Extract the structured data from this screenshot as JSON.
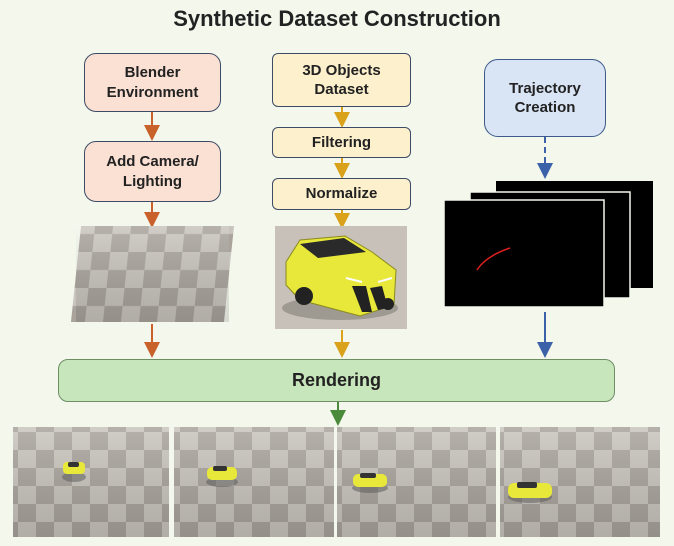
{
  "title": "Synthetic Dataset Construction",
  "nodes": {
    "blender_environment": [
      "Blender",
      "Environment"
    ],
    "add_camera_lighting": [
      "Add Camera/",
      "Lighting"
    ],
    "objects_dataset": [
      "3D Objects",
      "Dataset"
    ],
    "filtering": "Filtering",
    "normalize": "Normalize",
    "trajectory_creation": [
      "Trajectory",
      "Creation"
    ],
    "rendering": "Rendering"
  },
  "colors": {
    "orange_box": "#fbe1d4",
    "yellow_box": "#fdf0cc",
    "blue_box": "#d9e4f5",
    "green_box": "#c8e6bc",
    "orange_arrow": "#c8612a",
    "yellow_arrow": "#d9a21a",
    "blue_arrow": "#3b62a8",
    "green_arrow": "#4a8a3a",
    "car": "#e8e83a",
    "trajectory": "#e02020"
  }
}
